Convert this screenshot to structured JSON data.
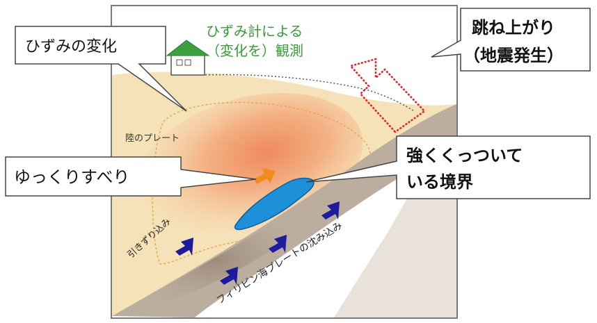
{
  "callouts": {
    "strain_change": "ひずみの変化",
    "slow_slip": "ゆっくりすべり",
    "rebound_line1": "跳ね上がり",
    "rebound_line2": "（地震発生）",
    "coupled_line1": "強くくっついて",
    "coupled_line2": "いる境界"
  },
  "labels": {
    "observation_line1": "ひずみ計による",
    "observation_line2": "（変化を）観測",
    "continental_plate": "陸のプレート",
    "drag_down": "引きずり込み",
    "philippine_subduction": "フィリピン海プレートの沈み込み"
  },
  "colors": {
    "observation_text": "#3a9a3a",
    "rebound_arrow": "#e0202a",
    "slip_patch": "#1e90d8",
    "slip_arrow": "#f08c1e",
    "subduction_arrows": "#1c1c9c",
    "continental_plate_fill": "#f6e2b8",
    "oceanic_plate_fill": "#bcae9e",
    "house_roof": "#3aa040"
  },
  "icons": {
    "house": "house-icon",
    "rebound_arrow": "hollow-arrow-up-right-icon",
    "slip_arrow": "arrow-right-icon",
    "subduction_arrow": "arrow-down-left-icon"
  }
}
